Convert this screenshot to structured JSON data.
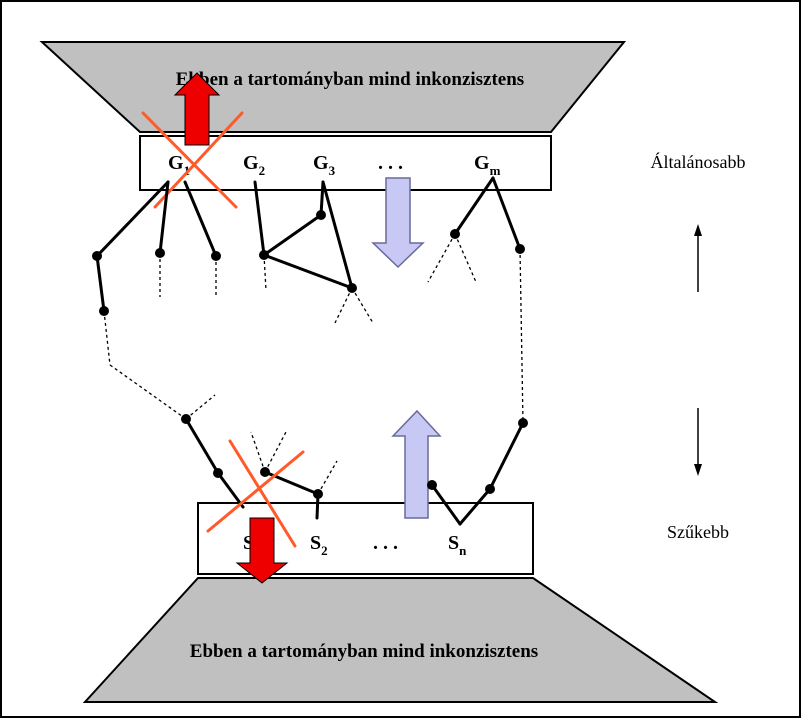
{
  "top_region": {
    "text": "Ebben a tartományban mind inkonzisztens"
  },
  "bottom_region": {
    "text": "Ebben a tartományban mind inkonzisztens"
  },
  "general_box": {
    "g1": {
      "main": "G",
      "sub": "1"
    },
    "g2": {
      "main": "G",
      "sub": "2"
    },
    "g3": {
      "main": "G",
      "sub": "3"
    },
    "dots": ". . .",
    "gm": {
      "main": "G",
      "sub": "m"
    }
  },
  "specific_box": {
    "s1": {
      "main": "S",
      "sub": "1"
    },
    "s2": {
      "main": "S",
      "sub": "2"
    },
    "dots": ". . .",
    "sn": {
      "main": "S",
      "sub": "n"
    }
  },
  "side_labels": {
    "general": "Általánosabb",
    "specific": "Szűkebb"
  },
  "colors": {
    "region_fill": "#c0c0c0",
    "red_arrow": "#ee0000",
    "cross": "#ff5a2a",
    "lavender_arrow": "#c8c8f4",
    "lavender_stroke": "#6a6a9a"
  }
}
